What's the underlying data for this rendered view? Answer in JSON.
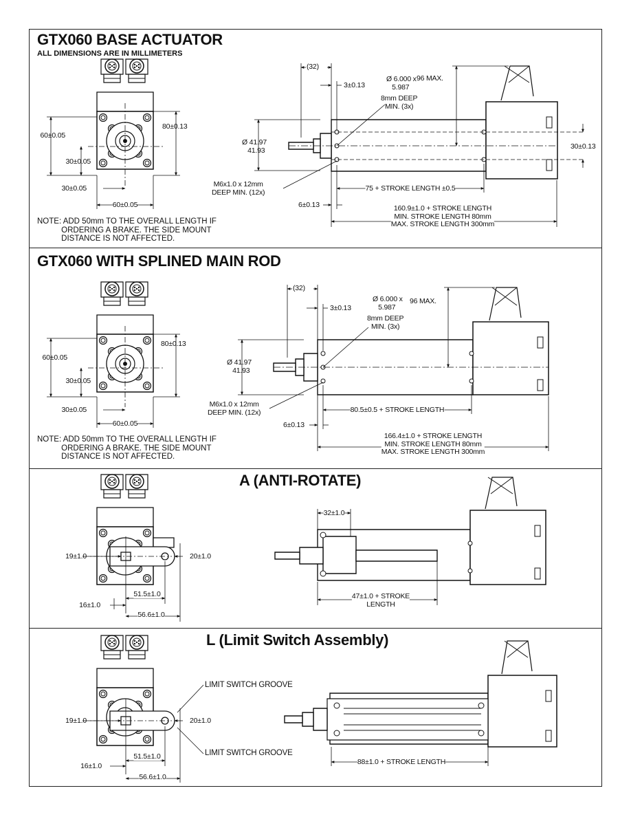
{
  "sections": [
    {
      "title": "GTX060 BASE ACTUATOR",
      "subtitle": "ALL DIMENSIONS ARE IN MILLIMETERS",
      "note": "NOTE: ADD 50mm TO THE OVERALL LENGTH IF\n           ORDERING A BRAKE. THE SIDE MOUNT\n           DISTANCE IS NOT AFFECTED.",
      "front_dims": {
        "height_60": "60±0.05",
        "height_80": "80±0.13",
        "center_30v": "30±0.05",
        "center_30h": "30±0.05",
        "width_60": "60±0.05"
      },
      "side_dims": {
        "ref_32": "(32)",
        "offset_3": "3±0.13",
        "bore_dia": "Ø 6.000 x\n   5.987",
        "bore_depth": "8mm DEEP\nMIN. (3x)",
        "max_96": "96 MAX.",
        "pilot_dia": "Ø 41.97\n   41.93",
        "thread": "M6x1.0 x 12mm\nDEEP MIN. (12x)",
        "offset_6": "6±0.13",
        "mount_len": "75 + STROKE LENGTH ±0.5",
        "center_30": "30±0.13",
        "overall": "160.9±1.0 + STROKE LENGTH\nMIN. STROKE LENGTH 80mm\nMAX. STROKE LENGTH 300mm"
      }
    },
    {
      "title": "GTX060 WITH SPLINED MAIN ROD",
      "note": "NOTE: ADD 50mm TO THE OVERALL LENGTH IF\n           ORDERING A BRAKE. THE SIDE MOUNT\n           DISTANCE IS NOT AFFECTED.",
      "front_dims": {
        "height_60": "60±0.05",
        "height_80": "80±0.13",
        "center_30v": "30±0.05",
        "center_30h": "30±0.05",
        "width_60": "60±0.05"
      },
      "side_dims": {
        "ref_32": "(32)",
        "offset_3": "3±0.13",
        "bore_dia": "Ø 6.000 x\n   5.987",
        "bore_depth": "8mm DEEP\nMIN. (3x)",
        "max_96": "96 MAX.",
        "pilot_dia": "Ø 41.97\n   41.93",
        "thread": "M6x1.0 x 12mm\nDEEP MIN. (12x)",
        "offset_6": "6±0.13",
        "mount_len": "80.5±0.5 + STROKE LENGTH",
        "overall": "166.4±1.0 + STROKE LENGTH\nMIN. STROKE LENGTH 80mm\nMAX. STROKE LENGTH 300mm"
      }
    },
    {
      "title": "A (ANTI-ROTATE)",
      "front_dims": {
        "d19": "19±1.0",
        "d20": "20±1.0",
        "d51": "51.5±1.0",
        "d16": "16±1.0",
        "d56": "56.6±1.0"
      },
      "side_dims": {
        "d32": "32±1.0",
        "stroke": "47±1.0 + STROKE\nLENGTH"
      }
    },
    {
      "title": "L (Limit Switch Assembly)",
      "front_dims": {
        "groove_top": "LIMIT SWITCH GROOVE",
        "groove_bottom": "LIMIT SWITCH GROOVE",
        "d19": "19±1.0",
        "d20": "20±1.0",
        "d51": "51.5±1.0",
        "d16": "16±1.0",
        "d56": "56.6±1.0"
      },
      "side_dims": {
        "stroke": "88±1.0 + STROKE LENGTH"
      }
    }
  ]
}
